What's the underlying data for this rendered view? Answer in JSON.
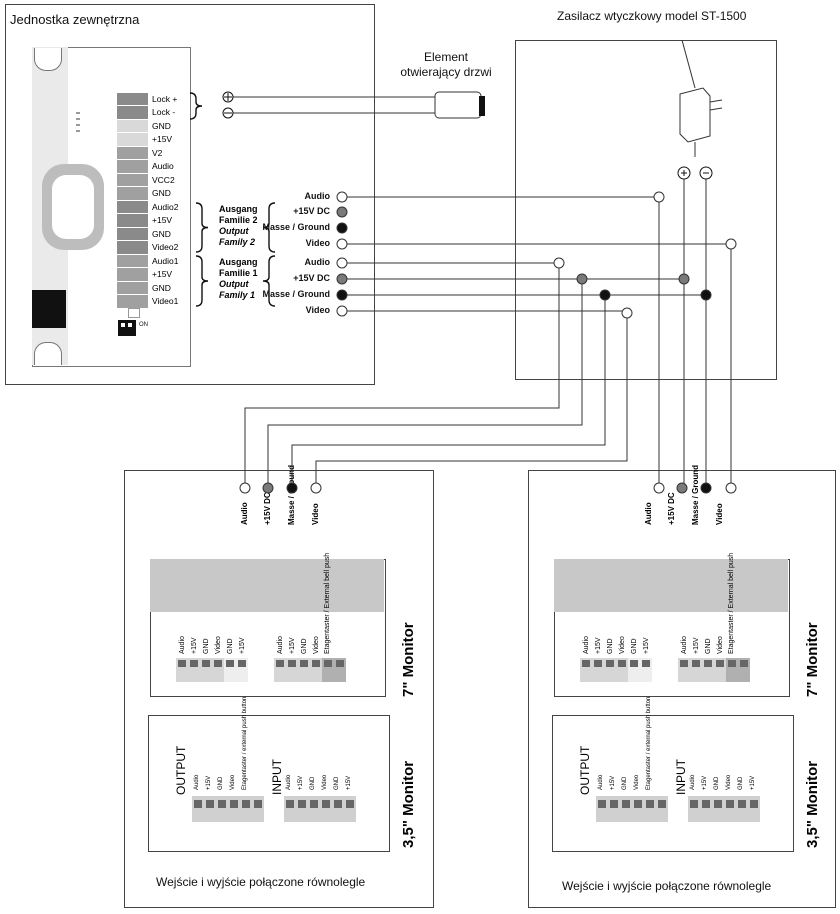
{
  "outdoor_unit": {
    "title": "Jednostka zewnętrzna",
    "terminals": [
      "Lock +",
      "Lock -",
      "GND",
      "+15V",
      "V2",
      "Audio",
      "VCC2",
      "GND",
      "Audio2",
      "+15V",
      "GND",
      "Video2",
      "Audio1",
      "+15V",
      "GND",
      "Video1"
    ],
    "group2": [
      "Ausgang",
      "Familie 2",
      "Output",
      "Family 2"
    ],
    "group1": [
      "Ausgang",
      "Familie 1",
      "Output",
      "Family 1"
    ],
    "switch_label": "ON"
  },
  "door_opener": {
    "line1": "Element",
    "line2": "otwierający drzwi"
  },
  "power_supply": {
    "title": "Zasilacz wtyczkowy model ST-1500",
    "plus": "+",
    "minus": "−"
  },
  "bus_labels": {
    "upper": [
      "Audio",
      "+15V DC",
      "Masse / Ground",
      "Video"
    ],
    "lower": [
      "Audio",
      "+15V DC",
      "Masse / Ground",
      "Video"
    ]
  },
  "monitor_inputs": [
    "Audio",
    "+15V DC",
    "Masse / Ground",
    "Video"
  ],
  "monitor_7": {
    "title": "7\" Monitor",
    "left_terms": [
      "Audio",
      "+15V",
      "GND",
      "Video",
      "GND",
      "+15V"
    ],
    "right_terms": [
      "Audio",
      "+15V",
      "GND",
      "Video",
      "Etagentaster / External bell push"
    ]
  },
  "monitor_35": {
    "title": "3,5\" Monitor",
    "output_label": "OUTPUT",
    "input_label": "INPUT",
    "output_terms": [
      "Audio",
      "+15V",
      "GND",
      "Video",
      "Etagentaster / external push button"
    ],
    "input_terms": [
      "Audio",
      "+15V",
      "GND",
      "Video",
      "GND",
      "+15V"
    ]
  },
  "footer_left": "Wejście i wyjście połączone równolegle",
  "footer_right": "Wejście i wyjście połączone równolegle",
  "colors": {
    "line": "#333333",
    "terminal": "#8f8f8f",
    "dot_gray": "#7a7a7a",
    "dot_black": "#111111"
  }
}
